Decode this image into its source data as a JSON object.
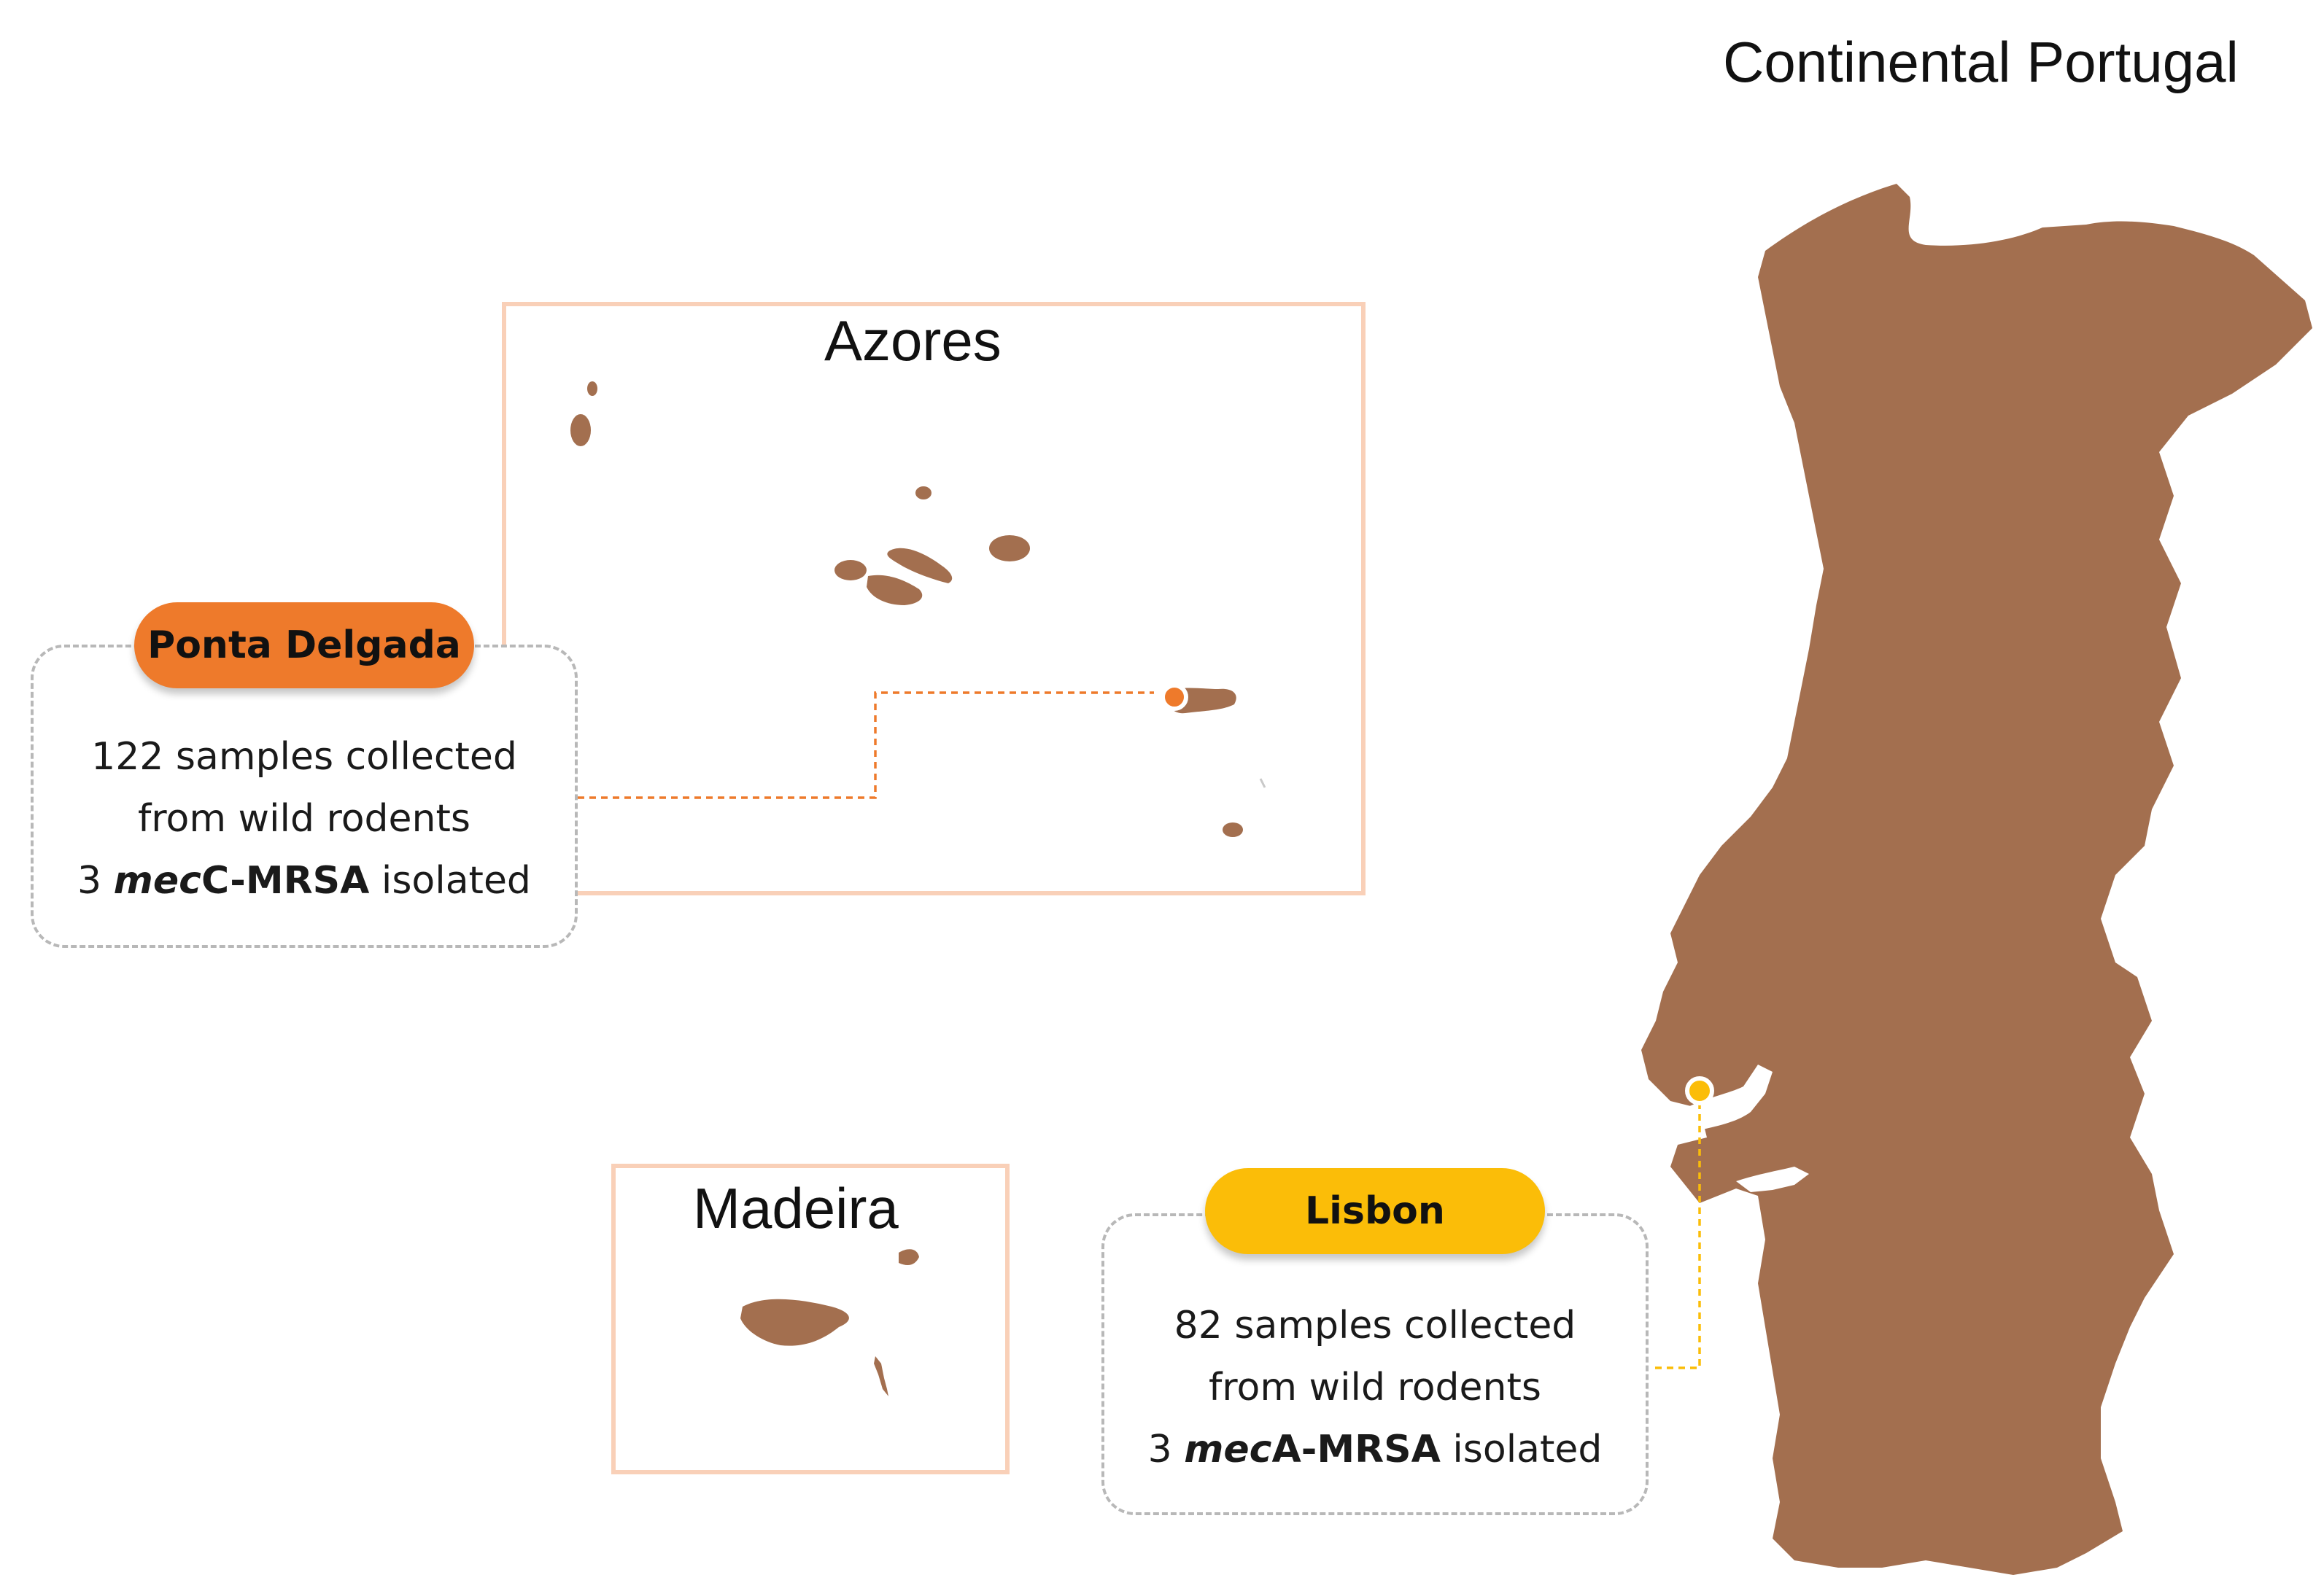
{
  "colors": {
    "land": "#a36f4f",
    "inset_border": "#f9d0b8",
    "ponta_delgada_accent": "#ee7a2b",
    "lisbon_accent": "#fbbd08",
    "card_border": "#b8b8b8"
  },
  "regions": {
    "continental": {
      "title": "Continental Portugal"
    },
    "azores": {
      "title": "Azores"
    },
    "madeira": {
      "title": "Madeira"
    }
  },
  "sites": {
    "ponta_delgada": {
      "name": "Ponta Delgada",
      "line1": "122 samples collected",
      "line2": "from wild rodents",
      "count_prefix": "3 ",
      "gene_italic": "mec",
      "gene_suffix": "C-MRSA",
      "isolated_word": " isolated"
    },
    "lisbon": {
      "name": "Lisbon",
      "line1": "82 samples collected",
      "line2": "from wild rodents",
      "count_prefix": "3 ",
      "gene_italic": "mec",
      "gene_suffix": "A-MRSA",
      "isolated_word": " isolated"
    }
  }
}
